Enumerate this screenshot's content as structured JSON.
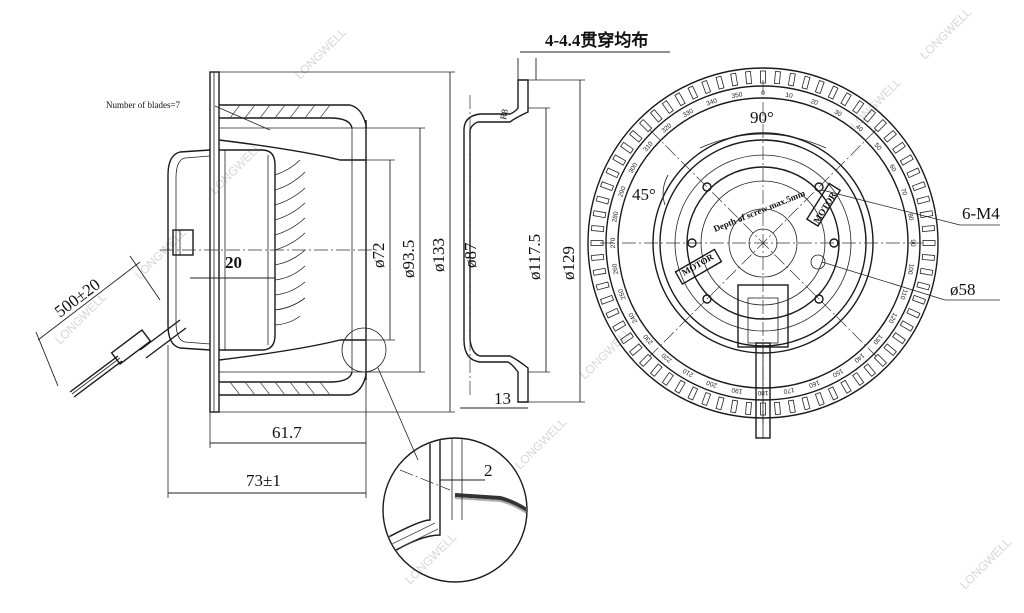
{
  "watermark": "LONGWELL",
  "labels": {
    "blades": "Number of blades=7",
    "cable": "500±20",
    "hub": "20",
    "d72": "ø72",
    "d93": "ø93.5",
    "d133": "ø133",
    "d87": "ø87",
    "d117": "ø117.5",
    "d129": "ø129",
    "w61": "61.7",
    "w73": "73±1",
    "t13": "13",
    "holes": "4-4.4贯穿均布",
    "a90": "90°",
    "a45": "45°",
    "m4": "6-M4",
    "d58": "ø58",
    "screw": "Depth of screw max.5mm",
    "motor1": "MOTOR",
    "motor2": "MOTOR",
    "detail": "2",
    "r": "R8"
  },
  "dial": [
    "0",
    "10",
    "20",
    "30",
    "40",
    "50",
    "60",
    "70",
    "80",
    "90",
    "100",
    "110",
    "120",
    "130",
    "140",
    "150",
    "160",
    "170",
    "180",
    "190",
    "200",
    "210",
    "220",
    "230",
    "240",
    "250",
    "260",
    "270",
    "280",
    "290",
    "300",
    "310",
    "320",
    "330",
    "340",
    "350"
  ]
}
